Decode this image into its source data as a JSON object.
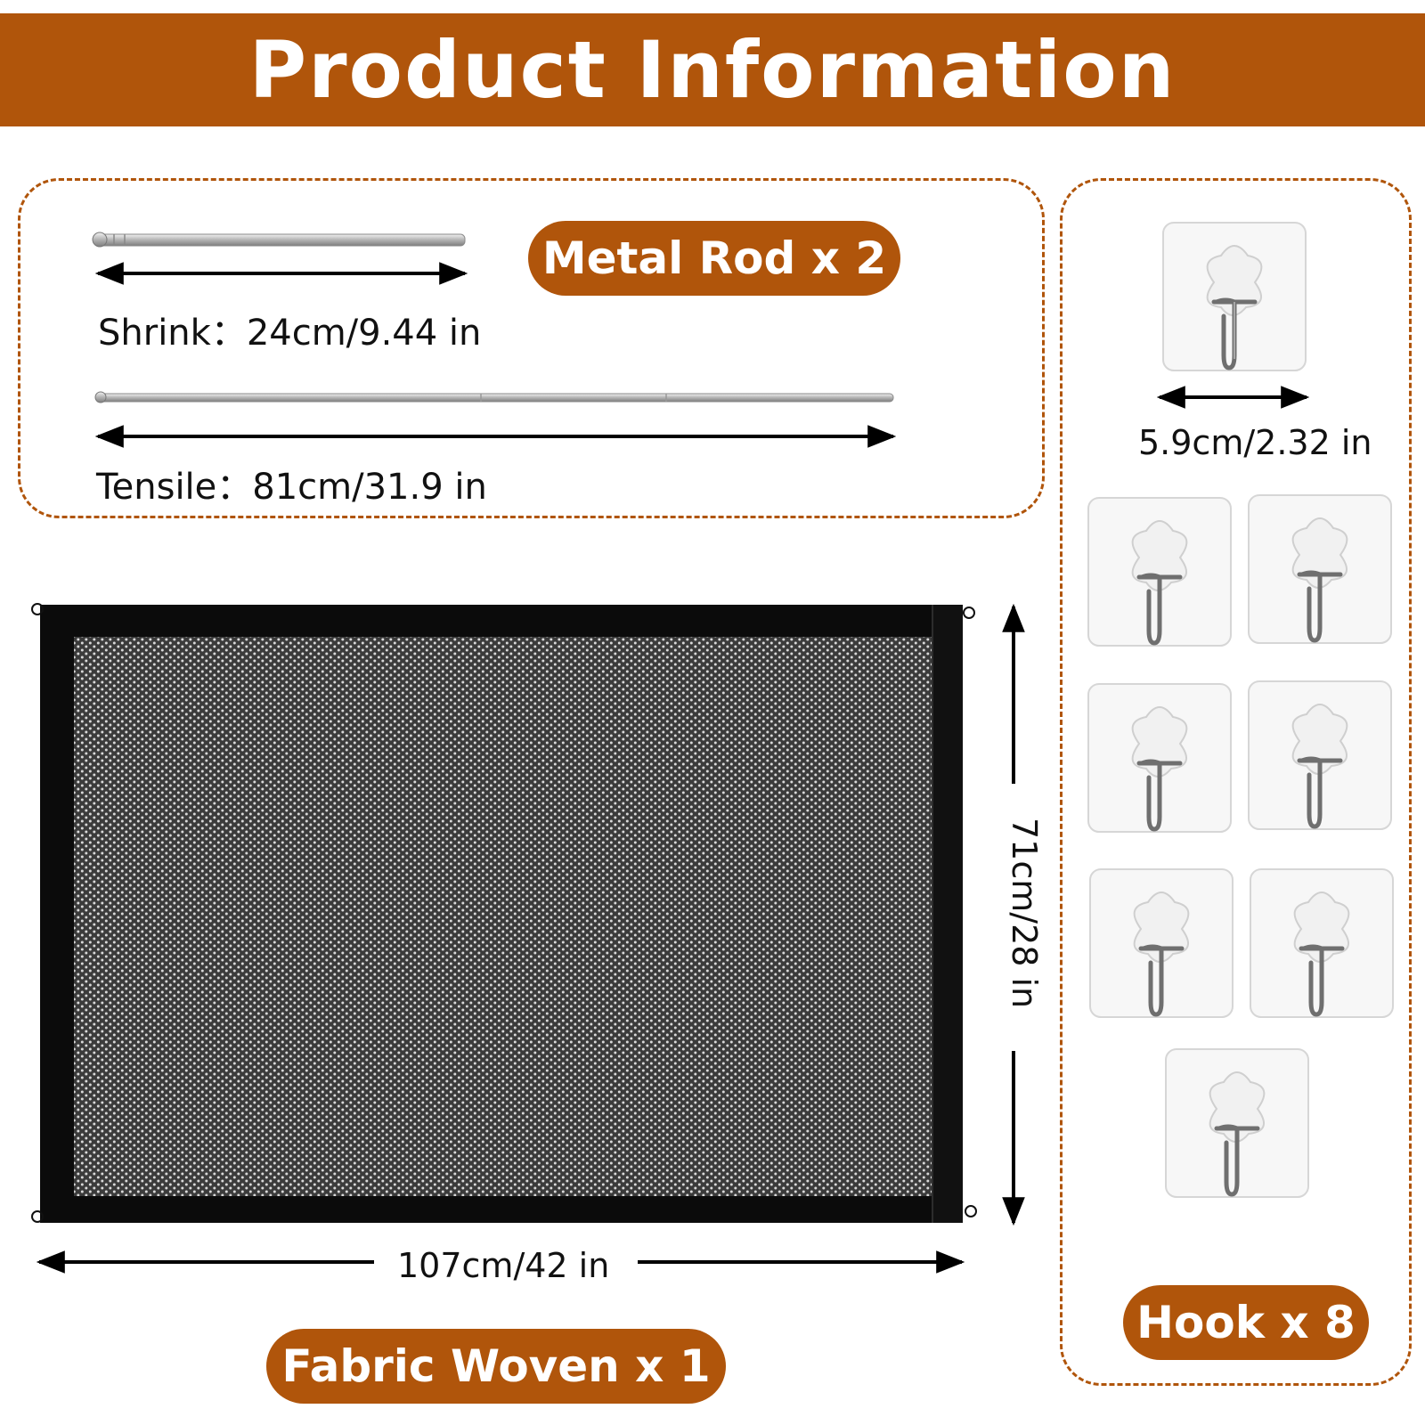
{
  "header": {
    "title": "Product Information"
  },
  "metal_rod": {
    "badge": "Metal Rod x 2",
    "shrink_label": "Shrink：24cm/9.44 in",
    "tensile_label": "Tensile：81cm/31.9 in"
  },
  "fabric": {
    "badge": "Fabric Woven x 1",
    "width_label": "107cm/42 in",
    "height_label": "71cm/28 in"
  },
  "hooks": {
    "badge": "Hook x 8",
    "size_label": "5.9cm/2.32 in",
    "count": 8
  },
  "colors": {
    "brand": "#b0550b",
    "text": "#111111",
    "net_frame": "#0b0b0b",
    "net_mesh": "#3a3a3a"
  }
}
